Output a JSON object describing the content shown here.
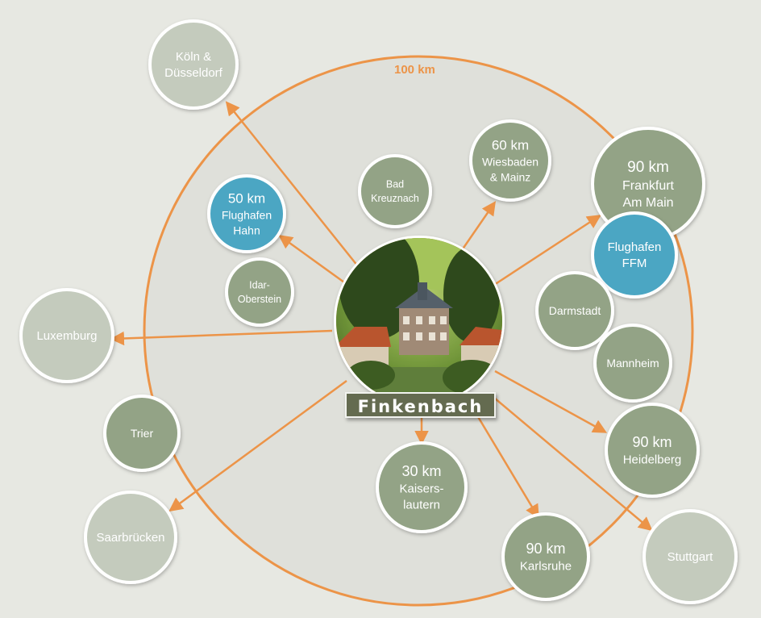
{
  "diagram": {
    "radius_label": "100 km",
    "center_name": "Finkenbach",
    "colors": {
      "background": "#e7e8e2",
      "ring_fill": "#dfe0da",
      "ring_stroke": "#ec9448",
      "arrow": "#ec9448",
      "node_inside": "#93a386",
      "node_outside": "#c4cbbd",
      "node_airport": "#4ca6c3",
      "node_border": "#ffffff",
      "center_badge": "#646b50"
    },
    "nodes": [
      {
        "id": "koeln-duesseldorf",
        "distance": "",
        "lines": [
          "Köln &",
          "Düsseldorf"
        ],
        "kind": "outside"
      },
      {
        "id": "flughafen-hahn",
        "distance": "50 km",
        "lines": [
          "Flughafen",
          "Hahn"
        ],
        "kind": "airport"
      },
      {
        "id": "bad-kreuznach",
        "distance": "",
        "lines": [
          "Bad",
          "Kreuznach"
        ],
        "kind": "inside"
      },
      {
        "id": "wiesbaden-mainz",
        "distance": "60 km",
        "lines": [
          "Wiesbaden",
          "& Mainz"
        ],
        "kind": "inside"
      },
      {
        "id": "frankfurt",
        "distance": "90 km",
        "lines": [
          "Frankfurt",
          "Am Main"
        ],
        "kind": "inside"
      },
      {
        "id": "flughafen-ffm",
        "distance": "",
        "lines": [
          "Flughafen",
          "FFM"
        ],
        "kind": "airport"
      },
      {
        "id": "idar-oberstein",
        "distance": "",
        "lines": [
          "Idar-",
          "Oberstein"
        ],
        "kind": "inside"
      },
      {
        "id": "darmstadt",
        "distance": "",
        "lines": [
          "Darmstadt"
        ],
        "kind": "inside"
      },
      {
        "id": "mannheim",
        "distance": "",
        "lines": [
          "Mannheim"
        ],
        "kind": "inside"
      },
      {
        "id": "luxemburg",
        "distance": "",
        "lines": [
          "Luxemburg"
        ],
        "kind": "outside"
      },
      {
        "id": "trier",
        "distance": "",
        "lines": [
          "Trier"
        ],
        "kind": "inside"
      },
      {
        "id": "heidelberg",
        "distance": "90 km",
        "lines": [
          "Heidelberg"
        ],
        "kind": "inside"
      },
      {
        "id": "kaiserslautern",
        "distance": "30 km",
        "lines": [
          "Kaisers-",
          "lautern"
        ],
        "kind": "inside"
      },
      {
        "id": "saarbruecken",
        "distance": "",
        "lines": [
          "Saarbrücken"
        ],
        "kind": "outside"
      },
      {
        "id": "karlsruhe",
        "distance": "90 km",
        "lines": [
          "Karlsruhe"
        ],
        "kind": "inside"
      },
      {
        "id": "stuttgart",
        "distance": "",
        "lines": [
          "Stuttgart"
        ],
        "kind": "outside"
      }
    ]
  }
}
